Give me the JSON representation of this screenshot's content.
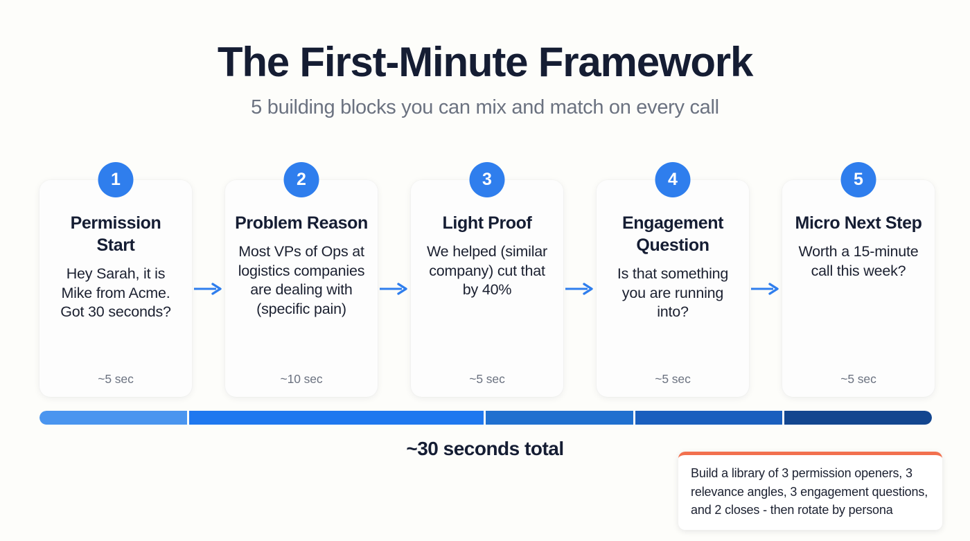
{
  "header": {
    "title": "The First-Minute Framework",
    "subtitle": "5 building blocks you can mix and match on every call"
  },
  "colors": {
    "page_background": "#fdfdfa",
    "card_background": "#fdfdfd",
    "badge_blue": "#2f7eed",
    "arrow_blue": "#2f7eed",
    "title_navy": "#151d33",
    "subtitle_gray": "#6b7280",
    "duration_gray": "#6b7280",
    "callout_accent_orange": "#f2704e"
  },
  "steps": [
    {
      "number": "1",
      "title": "Permission Start",
      "body": "Hey Sarah, it is Mike from Acme. Got 30 seconds?",
      "duration": "~5 sec",
      "bar_color": "#4a95ef",
      "bar_weight": 5
    },
    {
      "number": "2",
      "title": "Problem Reason",
      "body": "Most VPs of Ops at logistics companies are dealing with (specific pain)",
      "duration": "~10 sec",
      "bar_color": "#1f78ef",
      "bar_weight": 10
    },
    {
      "number": "3",
      "title": "Light Proof",
      "body": "We helped (similar company) cut that by 40%",
      "duration": "~5 sec",
      "bar_color": "#2070cf",
      "bar_weight": 5
    },
    {
      "number": "4",
      "title": "Engagement Question",
      "body": "Is that something you are running into?",
      "duration": "~5 sec",
      "bar_color": "#1a5fbe",
      "bar_weight": 5
    },
    {
      "number": "5",
      "title": "Micro Next Step",
      "body": "Worth a 15-minute call this week?",
      "duration": "~5 sec",
      "bar_color": "#13468f",
      "bar_weight": 5
    }
  ],
  "connectors": [
    {
      "icon": "arrow-right-icon"
    },
    {
      "icon": "arrow-right-icon"
    },
    {
      "icon": "arrow-right-icon"
    },
    {
      "icon": "arrow-right-icon"
    }
  ],
  "total": {
    "label": "~30 seconds total"
  },
  "callout": {
    "text": "Build a library of 3 permission openers, 3 relevance angles, 3 engagement questions, and 2 closes - then rotate by persona"
  }
}
